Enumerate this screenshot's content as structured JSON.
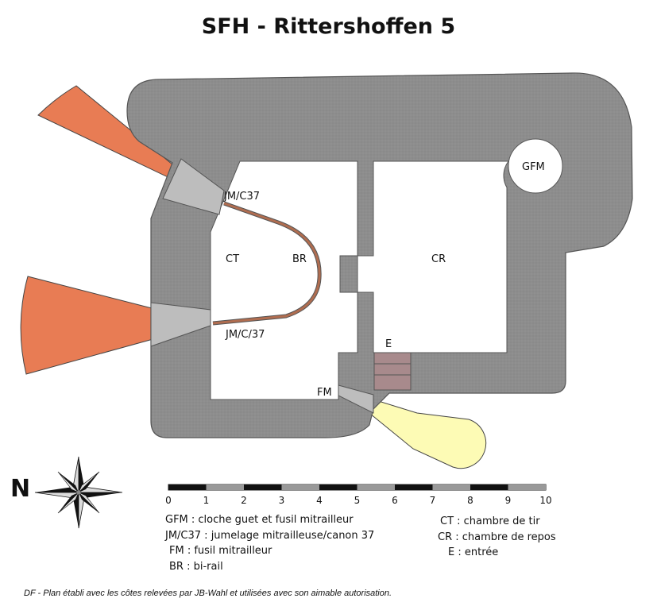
{
  "title": "SFH  -  Rittershoffen 5",
  "colors": {
    "wall": "#8c8c8c",
    "interior": "#ffffff",
    "fire_sector_main": "#e87c54",
    "fire_sector_fm": "#fdfbb5",
    "rail": "#b06d50",
    "entrance": "#a88a8c"
  },
  "labels": {
    "gfm": "GFM",
    "jm_c37_upper": "JM/C37",
    "jm_c37_lower": "JM/C/37",
    "ct": "CT",
    "br": "BR",
    "cr": "CR",
    "e": "E",
    "fm": "FM"
  },
  "scale": {
    "ticks": [
      "0",
      "1",
      "2",
      "3",
      "4",
      "5",
      "6",
      "7",
      "8",
      "9",
      "10"
    ]
  },
  "legend_left": [
    "GFM : cloche guet et fusil mitrailleur",
    "JM/C37 : jumelage mitrailleuse/canon 37",
    "FM : fusil mitrailleur",
    "BR : bi-rail"
  ],
  "legend_right": [
    "CT : chambre de tir",
    "CR : chambre de repos",
    "E : entrée"
  ],
  "compass": {
    "letter": "N",
    "icon": "compass-rose-icon"
  },
  "credit": "DF - Plan établi avec les côtes relevées par JB-Wahl et utilisées avec son aimable autorisation."
}
